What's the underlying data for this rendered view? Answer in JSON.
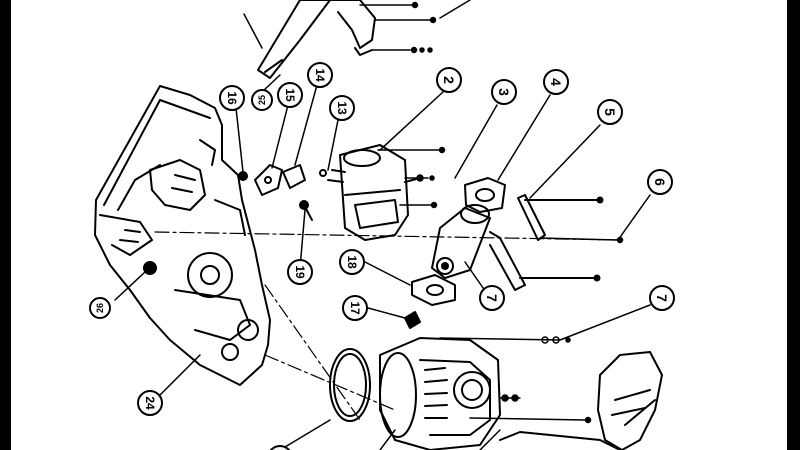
{
  "diagram": {
    "callouts": [
      {
        "id": "c2",
        "label": "2"
      },
      {
        "id": "c3",
        "label": "3"
      },
      {
        "id": "c4",
        "label": "4"
      },
      {
        "id": "c5",
        "label": "5"
      },
      {
        "id": "c6",
        "label": "6"
      },
      {
        "id": "c7a",
        "label": "7"
      },
      {
        "id": "c7b",
        "label": "7"
      },
      {
        "id": "c13",
        "label": "13"
      },
      {
        "id": "c14",
        "label": "14"
      },
      {
        "id": "c15",
        "label": "15"
      },
      {
        "id": "c16",
        "label": "16"
      },
      {
        "id": "c17",
        "label": "17"
      },
      {
        "id": "c18",
        "label": "18"
      },
      {
        "id": "c19",
        "label": "19"
      },
      {
        "id": "c24",
        "label": "24"
      },
      {
        "id": "c25",
        "label": "25"
      },
      {
        "id": "c26",
        "label": "26"
      }
    ]
  }
}
